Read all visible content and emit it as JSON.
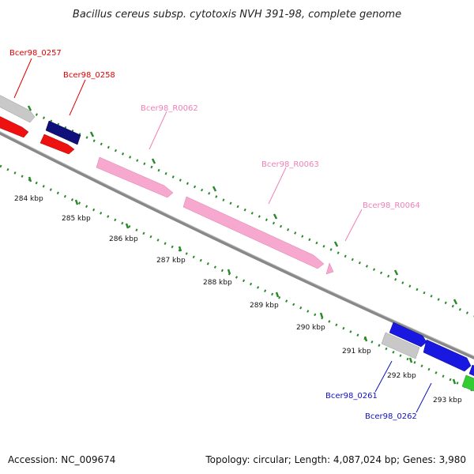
{
  "title": "Bacillus cereus subsp. cytotoxis NVH 391-98, complete genome",
  "footer": {
    "accession": "Accession: NC_009674",
    "summary": "Topology: circular; Length: 4,087,024 bp; Genes: 3,980"
  },
  "ruler": [
    "284 kbp",
    "285 kbp",
    "286 kbp",
    "287 kbp",
    "288 kbp",
    "289 kbp",
    "290 kbp",
    "291 kbp",
    "292 kbp",
    "293 kbp"
  ],
  "gene_labels": [
    {
      "text": "Bcer98_0257",
      "color": "#e00000"
    },
    {
      "text": "Bcer98_0258",
      "color": "#e00000"
    },
    {
      "text": "Bcer98_R0062",
      "color": "#f080b8"
    },
    {
      "text": "Bcer98_R0063",
      "color": "#f080b8"
    },
    {
      "text": "Bcer98_R0064",
      "color": "#f080b8"
    },
    {
      "text": "Bcer98_0261",
      "color": "#1010c0"
    },
    {
      "text": "Bcer98_0262",
      "color": "#1010c0"
    }
  ],
  "colors": {
    "backbone": "#888888",
    "tick": "#2a8a2a",
    "red_gene": "#ee1111",
    "navy_gene": "#10107a",
    "pink_rna": "#f7a8cf",
    "blue_gene": "#1818e0",
    "gray_gene": "#c8c8c8",
    "green_gene": "#33cc33"
  }
}
